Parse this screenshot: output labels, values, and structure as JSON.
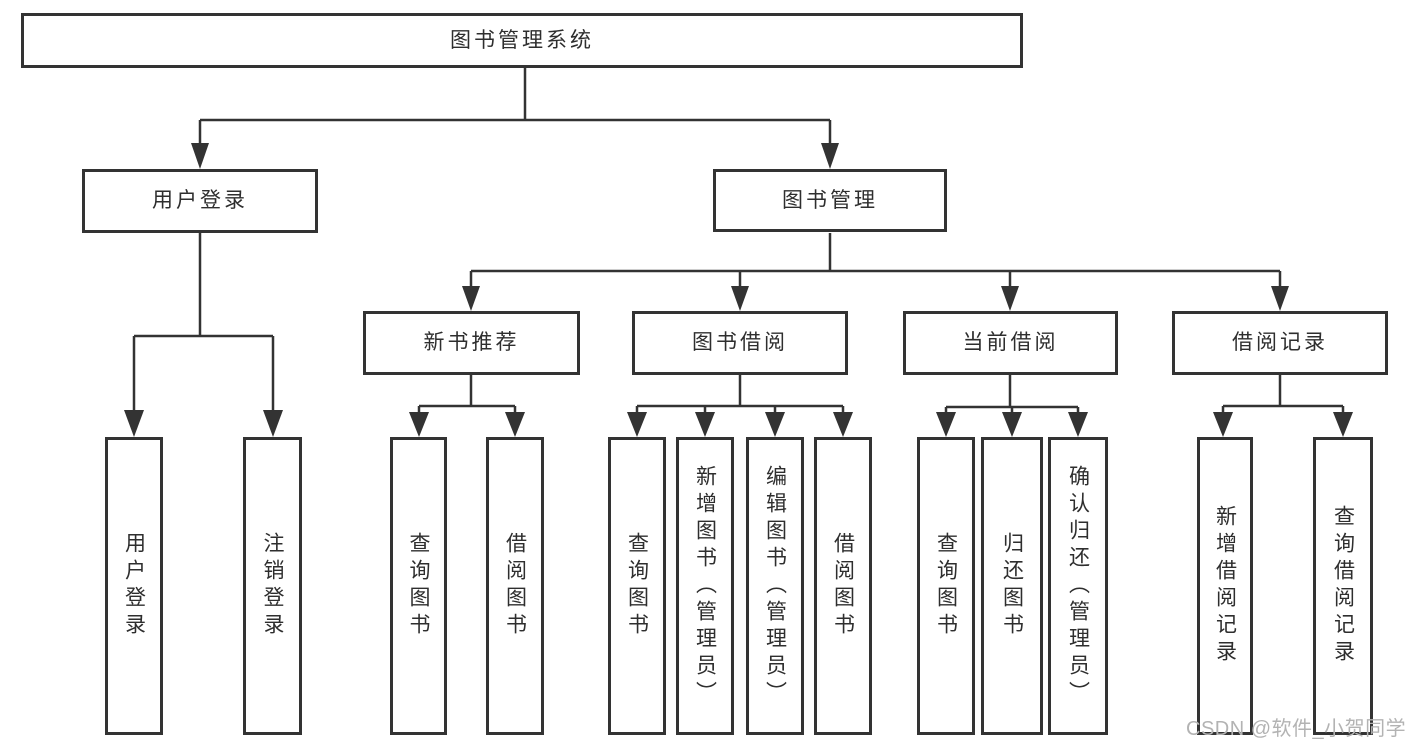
{
  "title_node": "图书管理系统",
  "user_login": {
    "label": "用户登录",
    "children": [
      "用户登录",
      "注销登录"
    ]
  },
  "book_mgmt": {
    "label": "图书管理",
    "new_books": {
      "label": "新书推荐",
      "children": [
        "查询图书",
        "借阅图书"
      ]
    },
    "borrowing": {
      "label": "图书借阅",
      "children": [
        "查询图书",
        "新增图书（管理员）",
        "编辑图书（管理员）",
        "借阅图书"
      ]
    },
    "current": {
      "label": "当前借阅",
      "children": [
        "查询图书",
        "归还图书",
        "确认归还（管理员）"
      ]
    },
    "records": {
      "label": "借阅记录",
      "children": [
        "新增借阅记录",
        "查询借阅记录"
      ]
    }
  },
  "watermark": "CSDN @软件_小贺同学",
  "colors": {
    "line": "#333333",
    "watermark_text": "#b3b3b3",
    "background": "#ffffff"
  }
}
